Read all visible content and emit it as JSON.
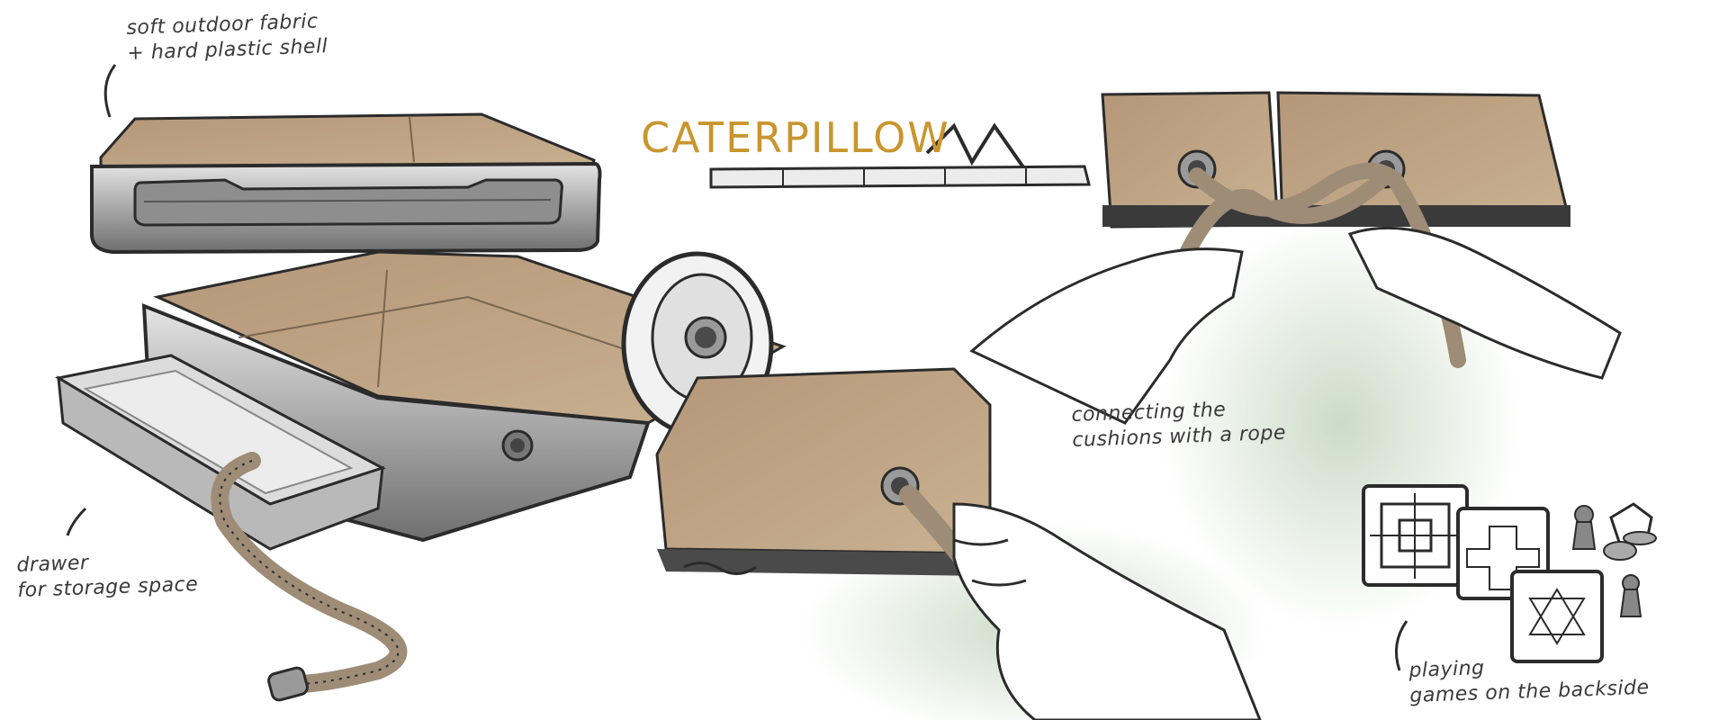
{
  "brand": {
    "name": "CATERPILLOW"
  },
  "annotations": {
    "fabric": [
      "soft outdoor fabric",
      "+ hard plastic shell"
    ],
    "drawer": [
      "drawer",
      "for storage space"
    ],
    "connect": [
      "connecting the",
      "cushions with a rope"
    ],
    "games": [
      "playing",
      "games on the backside"
    ]
  },
  "colors": {
    "brand": "#c9952d",
    "fabric": "#b79b7c",
    "fabric_light": "#c9b08f",
    "shell": "#9a9a9a",
    "shell_light": "#d6d6d6",
    "rope": "#9e8c77",
    "shadow_green": "#c7d8c3",
    "ink": "#2b2b2b"
  }
}
